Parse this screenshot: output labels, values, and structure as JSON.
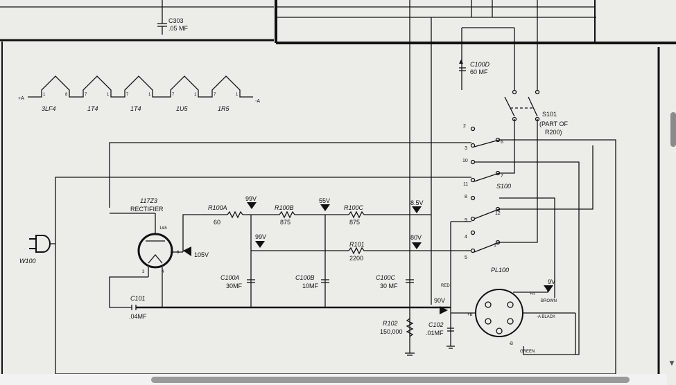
{
  "schematic": {
    "top": {
      "c303_ref": "C303",
      "c303_val": ".05 MF"
    },
    "filaments": {
      "plus_a": "+A",
      "minus_a": "-A",
      "tubes": [
        "3LF4",
        "1T4",
        "1T4",
        "1U5",
        "1R5"
      ],
      "pins": [
        [
          "1",
          "8"
        ],
        [
          "7",
          "1"
        ],
        [
          "7",
          "1"
        ],
        [
          "7",
          "1"
        ],
        [
          "7",
          "1"
        ]
      ]
    },
    "c1000": {
      "ref": "C100D",
      "val": "60 MF"
    },
    "s101": {
      "ref": "S101",
      "note1": "(PART OF",
      "note2": "R200)"
    },
    "s100": {
      "ref": "S100",
      "pins": [
        "2",
        "3",
        "6",
        "10",
        "7",
        "11",
        "8",
        "12",
        "9",
        "4",
        "1",
        "5"
      ]
    },
    "w100": "W100",
    "rectifier": {
      "type": "117Z3",
      "name": "RECTIFIER",
      "pin_top": "1&5",
      "pin_right": "6",
      "pin_bl": "3",
      "pin_br": "4",
      "voltage": "105V"
    },
    "resistors": [
      {
        "ref": "R100A",
        "val": "60"
      },
      {
        "ref": "R100B",
        "val": "875"
      },
      {
        "ref": "R100C",
        "val": "875"
      },
      {
        "ref": "R101",
        "val": "2200"
      },
      {
        "ref": "R102",
        "val": "150,000"
      }
    ],
    "voltages": {
      "v99_top": "99V",
      "v55": "55V",
      "v85": "8.5V",
      "v99_mid": "99V",
      "v80": "80V",
      "v90": "90V",
      "v9": "9V"
    },
    "caps": [
      {
        "ref": "C100A",
        "val": "30MF"
      },
      {
        "ref": "C100B",
        "val": "10MF"
      },
      {
        "ref": "C100C",
        "val": "30 MF"
      },
      {
        "ref": "C101",
        "val": ".04MF"
      },
      {
        "ref": "C102",
        "val": ".01MF"
      }
    ],
    "pl100": {
      "ref": "PL100",
      "red": "RED",
      "plus_b": "+B",
      "plus_a": "+A",
      "brown": "BROWN",
      "minus_a_black": "-A BLACK",
      "minus_b": "-B",
      "green": "GREEN"
    }
  },
  "scroll": {
    "down_glyph": "▼"
  }
}
